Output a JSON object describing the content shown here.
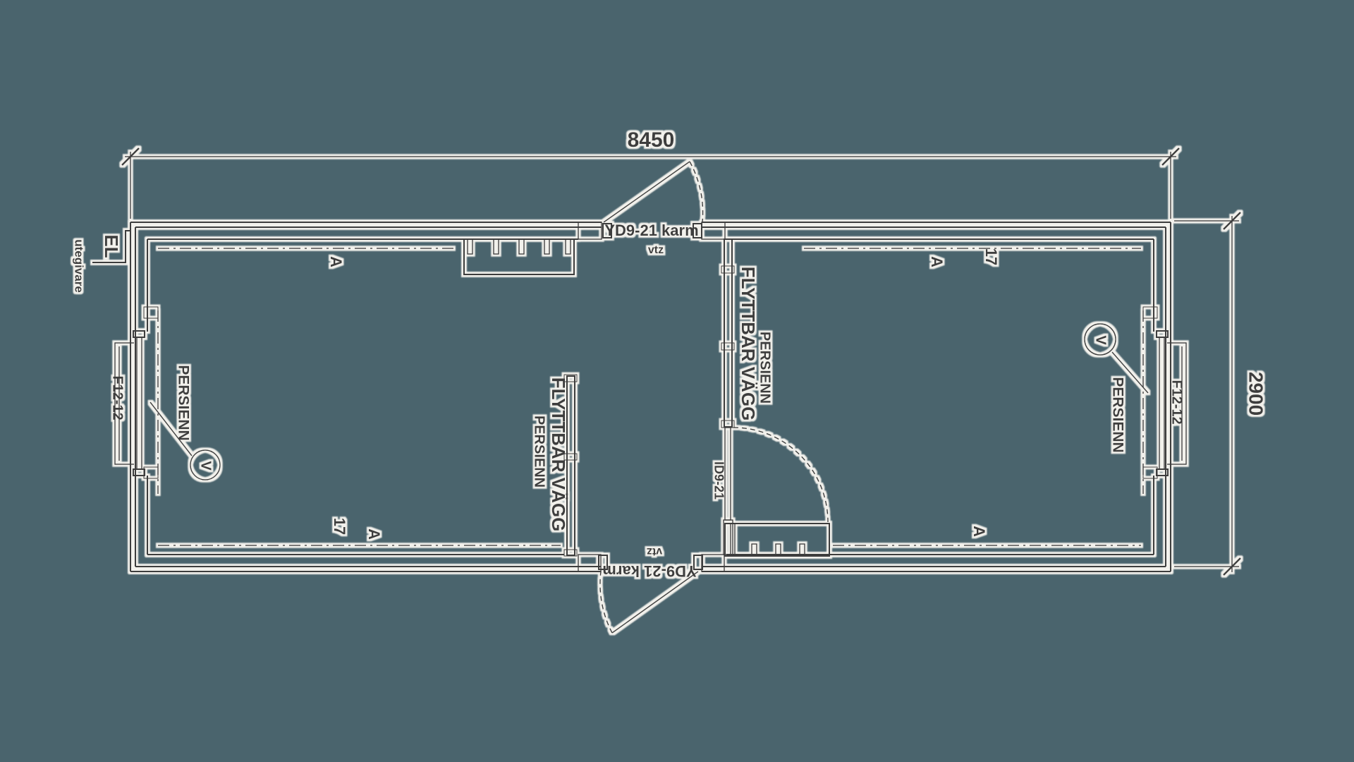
{
  "colors": {
    "background": "#4a646d",
    "ink": "#3d3d3d",
    "halo": "#f2f1ec"
  },
  "labels": {
    "dim_width": "8450",
    "dim_height": "2900",
    "door_top": "YD9-21 karm",
    "door_top_sub": "vtz",
    "door_bottom": "YD9-21 karm",
    "door_bottom_sub": "vtz",
    "door_interior": "ID9-21",
    "window_left": "F12-12",
    "window_right": "F12-12",
    "movable_wall": "FLYTTBAR VÄGG",
    "persienn": "PERSIENN",
    "electrical_box": "EL",
    "outdoor_sensor": "utegivare",
    "vent_symbol": "V",
    "wall_marker_a": "A",
    "wall_marker_17": "17"
  }
}
